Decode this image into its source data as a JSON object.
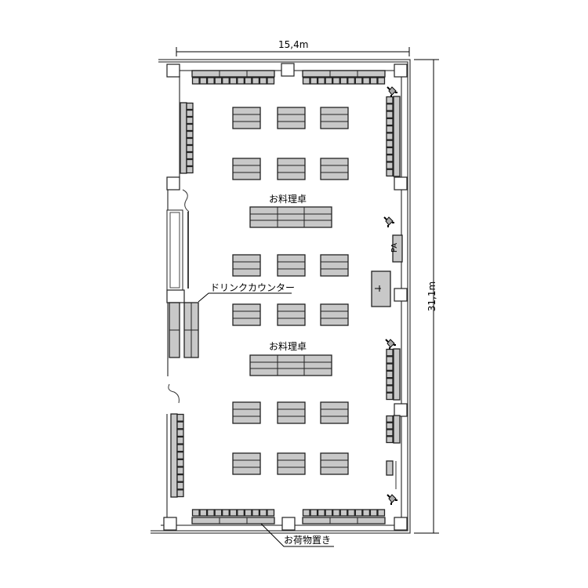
{
  "dimensions": {
    "width_label": "15,4m",
    "height_label": "31,1m"
  },
  "labels": {
    "food_table_1": "お料理卓",
    "food_table_2": "お料理卓",
    "drink_counter": "ドリンクカウンター",
    "luggage": "お荷物置き",
    "pa": "PA"
  },
  "colors": {
    "table_fill": "#c8c8c8",
    "line": "#222222"
  }
}
